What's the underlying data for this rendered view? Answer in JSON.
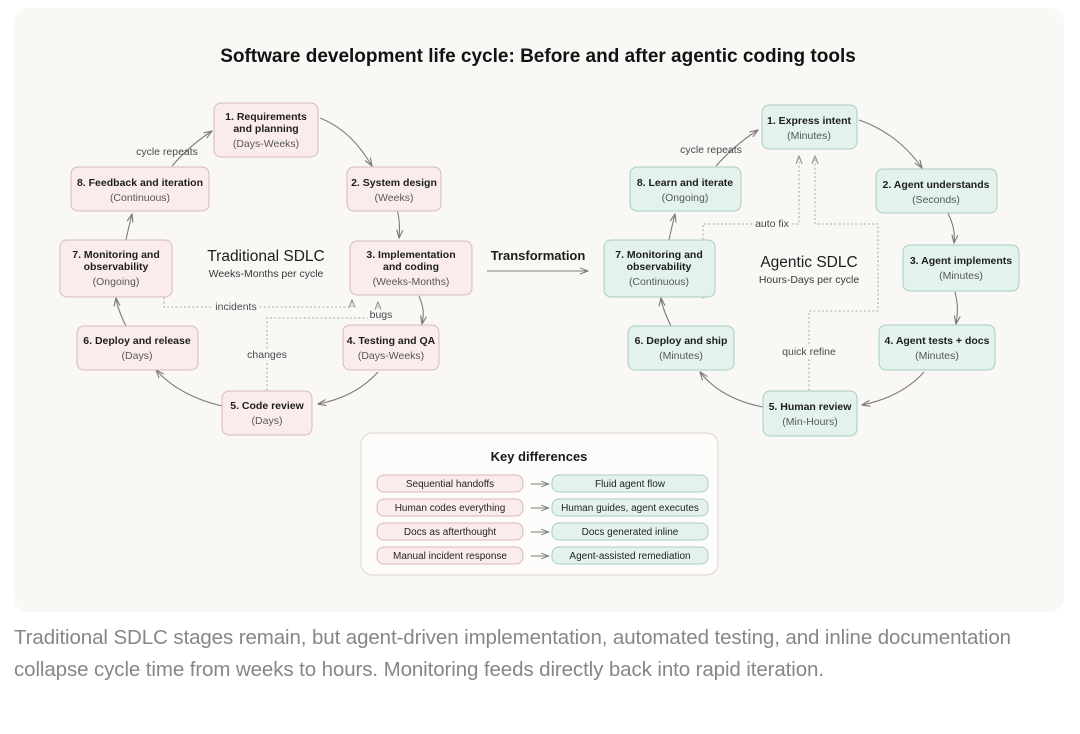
{
  "diagram": {
    "title": "Software development life cycle: Before and after agentic coding tools",
    "transformation_label": "Transformation",
    "left": {
      "center_title": "Traditional SDLC",
      "center_subtitle": "Weeks-Months per cycle",
      "nodes": [
        {
          "title": "1. Requirements\nand planning",
          "line1": "1. Requirements",
          "line2": "and planning",
          "duration": "(Days-Weeks)"
        },
        {
          "title": "2. System design",
          "line1": "2. System design",
          "line2": "",
          "duration": "(Weeks)"
        },
        {
          "title": "3. Implementation\nand coding",
          "line1": "3. Implementation",
          "line2": "and coding",
          "duration": "(Weeks-Months)"
        },
        {
          "title": "4. Testing and QA",
          "line1": "4. Testing and QA",
          "line2": "",
          "duration": "(Days-Weeks)"
        },
        {
          "title": "5. Code review",
          "line1": "5. Code review",
          "line2": "",
          "duration": "(Days)"
        },
        {
          "title": "6. Deploy and release",
          "line1": "6. Deploy and release",
          "line2": "",
          "duration": "(Days)"
        },
        {
          "title": "7. Monitoring and\nobservability",
          "line1": "7. Monitoring and",
          "line2": "observability",
          "duration": "(Ongoing)"
        },
        {
          "title": "8. Feedback and iteration",
          "line1": "8. Feedback and iteration",
          "line2": "",
          "duration": "(Continuous)"
        }
      ],
      "edge_labels": {
        "cycle_repeats": "cycle repeats",
        "incidents": "incidents",
        "bugs": "bugs",
        "changes": "changes"
      }
    },
    "right": {
      "center_title": "Agentic SDLC",
      "center_subtitle": "Hours-Days per cycle",
      "nodes": [
        {
          "title": "1. Express intent",
          "line1": "1. Express intent",
          "line2": "",
          "duration": "(Minutes)"
        },
        {
          "title": "2. Agent understands",
          "line1": "2. Agent understands",
          "line2": "",
          "duration": "(Seconds)"
        },
        {
          "title": "3. Agent implements",
          "line1": "3. Agent implements",
          "line2": "",
          "duration": "(Minutes)"
        },
        {
          "title": "4. Agent tests + docs",
          "line1": "4. Agent tests + docs",
          "line2": "",
          "duration": "(Minutes)"
        },
        {
          "title": "5. Human review",
          "line1": "5. Human review",
          "line2": "",
          "duration": "(Min-Hours)"
        },
        {
          "title": "6. Deploy and ship",
          "line1": "6. Deploy and ship",
          "line2": "",
          "duration": "(Minutes)"
        },
        {
          "title": "7. Monitoring and\nobservability",
          "line1": "7. Monitoring and",
          "line2": "observability",
          "duration": "(Continuous)"
        },
        {
          "title": "8. Learn and iterate",
          "line1": "8. Learn and iterate",
          "line2": "",
          "duration": "(Ongoing)"
        }
      ],
      "edge_labels": {
        "cycle_repeats": "cycle repeats",
        "auto_fix": "auto fix",
        "quick_refine": "quick refine"
      }
    },
    "legend": {
      "title": "Key differences",
      "rows": [
        {
          "before": "Sequential handoffs",
          "after": "Fluid agent flow"
        },
        {
          "before": "Human codes everything",
          "after": "Human guides, agent executes"
        },
        {
          "before": "Docs as afterthought",
          "after": "Docs generated inline"
        },
        {
          "before": "Manual incident response",
          "after": "Agent-assisted remediation"
        }
      ]
    },
    "colors": {
      "panel_background": "#faf8f4",
      "traditional_fill": "#fbecec",
      "traditional_stroke": "#d8b9bb",
      "agentic_fill": "#e4f2ee",
      "agentic_stroke": "#a8ccc3",
      "arrow": "#7e7b78",
      "dotted": "#a9a5a1",
      "caption_text": "#86868b"
    }
  },
  "caption": "Traditional SDLC stages remain, but agent-driven implementation, automated testing, and inline documentation collapse cycle time from weeks to hours. Monitoring feeds directly back into rapid iteration."
}
